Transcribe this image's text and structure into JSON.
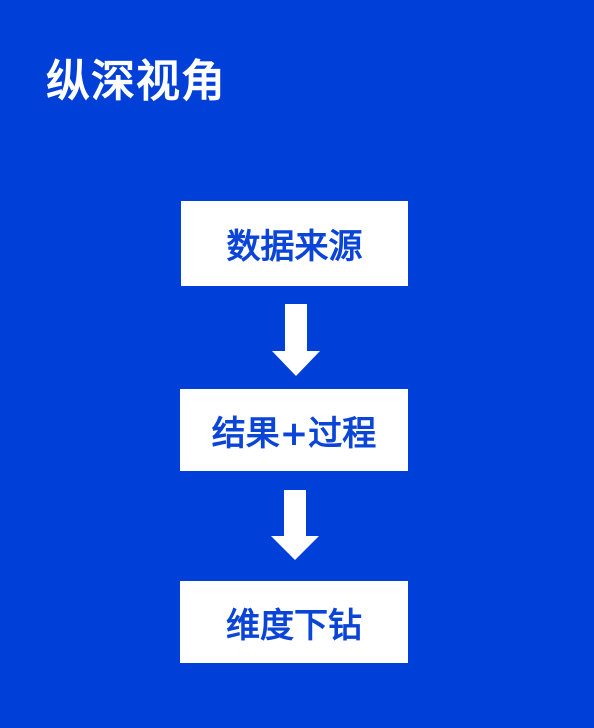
{
  "title": "纵深视角",
  "flow": {
    "steps": [
      {
        "label": "数据来源"
      },
      {
        "label": "结果+过程"
      },
      {
        "label": "维度下钻"
      }
    ]
  },
  "colors": {
    "background": "#0040d8",
    "box_fill": "#ffffff",
    "box_text": "#0a45d8",
    "arrow": "#ffffff",
    "title": "#ffffff"
  },
  "icons": {
    "arrow": "down-arrow-icon"
  }
}
